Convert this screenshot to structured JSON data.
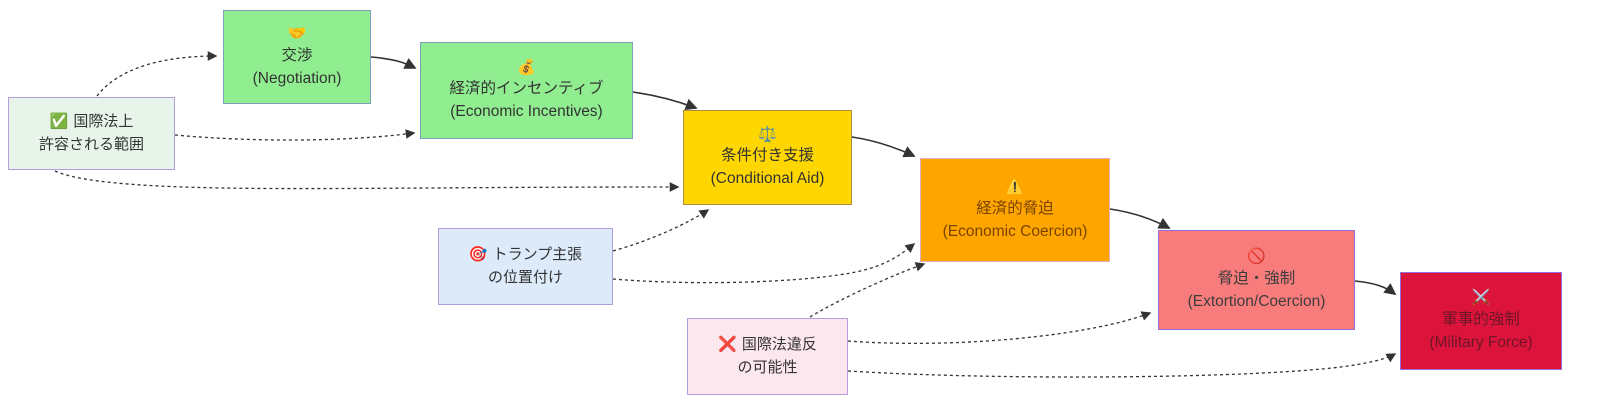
{
  "diagram": {
    "type": "flowchart-LR",
    "nodes": [
      {
        "id": "scope",
        "kind": "annotation",
        "emoji": "✅",
        "icon": "check-mark-icon",
        "line1": "国際法上",
        "line2": "許容される範囲",
        "fill": "#e8f4e9",
        "border": "#b49ddb",
        "text": "#333333"
      },
      {
        "id": "negotiation",
        "kind": "step",
        "emoji": "🤝",
        "icon": "handshake-icon",
        "line1": "交渉",
        "line2": "(Negotiation)",
        "fill": "#90EE90",
        "border": "#7f9fbe",
        "text": "#333333"
      },
      {
        "id": "economic-incentives",
        "kind": "step",
        "emoji": "💰",
        "icon": "money-bag-icon",
        "line1": "経済的インセンティブ",
        "line2": "(Economic Incentives)",
        "fill": "#90EE90",
        "border": "#7f9fbe",
        "text": "#333333"
      },
      {
        "id": "conditional-aid",
        "kind": "step",
        "emoji": "⚖️",
        "icon": "balance-scale-icon",
        "line1": "条件付き支援",
        "line2": "(Conditional Aid)",
        "fill": "#FFD700",
        "border": "#b08c3e",
        "text": "#333333"
      },
      {
        "id": "economic-coercion",
        "kind": "step",
        "emoji": "⚠️",
        "icon": "warning-icon",
        "line1": "経済的脅迫",
        "line2": "(Economic Coercion)",
        "fill": "#FFA500",
        "border": "#e3aebe",
        "text": "#7a4300"
      },
      {
        "id": "extortion-coercion",
        "kind": "step",
        "emoji": "🚫",
        "icon": "prohibited-icon",
        "line1": "脅迫・強制",
        "line2": "(Extortion/Coercion)",
        "fill": "#F97C7C",
        "border": "#9370DB",
        "text": "#3d3d3d"
      },
      {
        "id": "military-force",
        "kind": "step",
        "emoji": "⚔️",
        "icon": "crossed-swords-icon",
        "line1": "軍事的強制",
        "line2": "(Military Force)",
        "fill": "#DC143C",
        "border": "#9370DB",
        "text": "#6e1627"
      },
      {
        "id": "trump-position",
        "kind": "annotation",
        "emoji": "🎯",
        "icon": "target-icon",
        "line1": "トランプ主張",
        "line2": "の位置付け",
        "fill": "#ddeafa",
        "border": "#b49ddb",
        "text": "#333333"
      },
      {
        "id": "violation-possibility",
        "kind": "annotation",
        "emoji": "❌",
        "icon": "cross-mark-icon",
        "line1": "国際法違反",
        "line2": "の可能性",
        "fill": "#fde7ef",
        "border": "#b49ddb",
        "text": "#333333"
      }
    ],
    "edges": [
      {
        "from": "negotiation",
        "to": "economic-incentives",
        "style": "solid"
      },
      {
        "from": "economic-incentives",
        "to": "conditional-aid",
        "style": "solid"
      },
      {
        "from": "conditional-aid",
        "to": "economic-coercion",
        "style": "solid"
      },
      {
        "from": "economic-coercion",
        "to": "extortion-coercion",
        "style": "solid"
      },
      {
        "from": "extortion-coercion",
        "to": "military-force",
        "style": "solid"
      },
      {
        "from": "scope",
        "to": "negotiation",
        "style": "dotted"
      },
      {
        "from": "scope",
        "to": "economic-incentives",
        "style": "dotted"
      },
      {
        "from": "scope",
        "to": "conditional-aid",
        "style": "dotted"
      },
      {
        "from": "trump-position",
        "to": "conditional-aid",
        "style": "dotted"
      },
      {
        "from": "trump-position",
        "to": "economic-coercion",
        "style": "dotted"
      },
      {
        "from": "violation-possibility",
        "to": "economic-coercion",
        "style": "dotted"
      },
      {
        "from": "violation-possibility",
        "to": "extortion-coercion",
        "style": "dotted"
      },
      {
        "from": "violation-possibility",
        "to": "military-force",
        "style": "dotted"
      }
    ]
  }
}
